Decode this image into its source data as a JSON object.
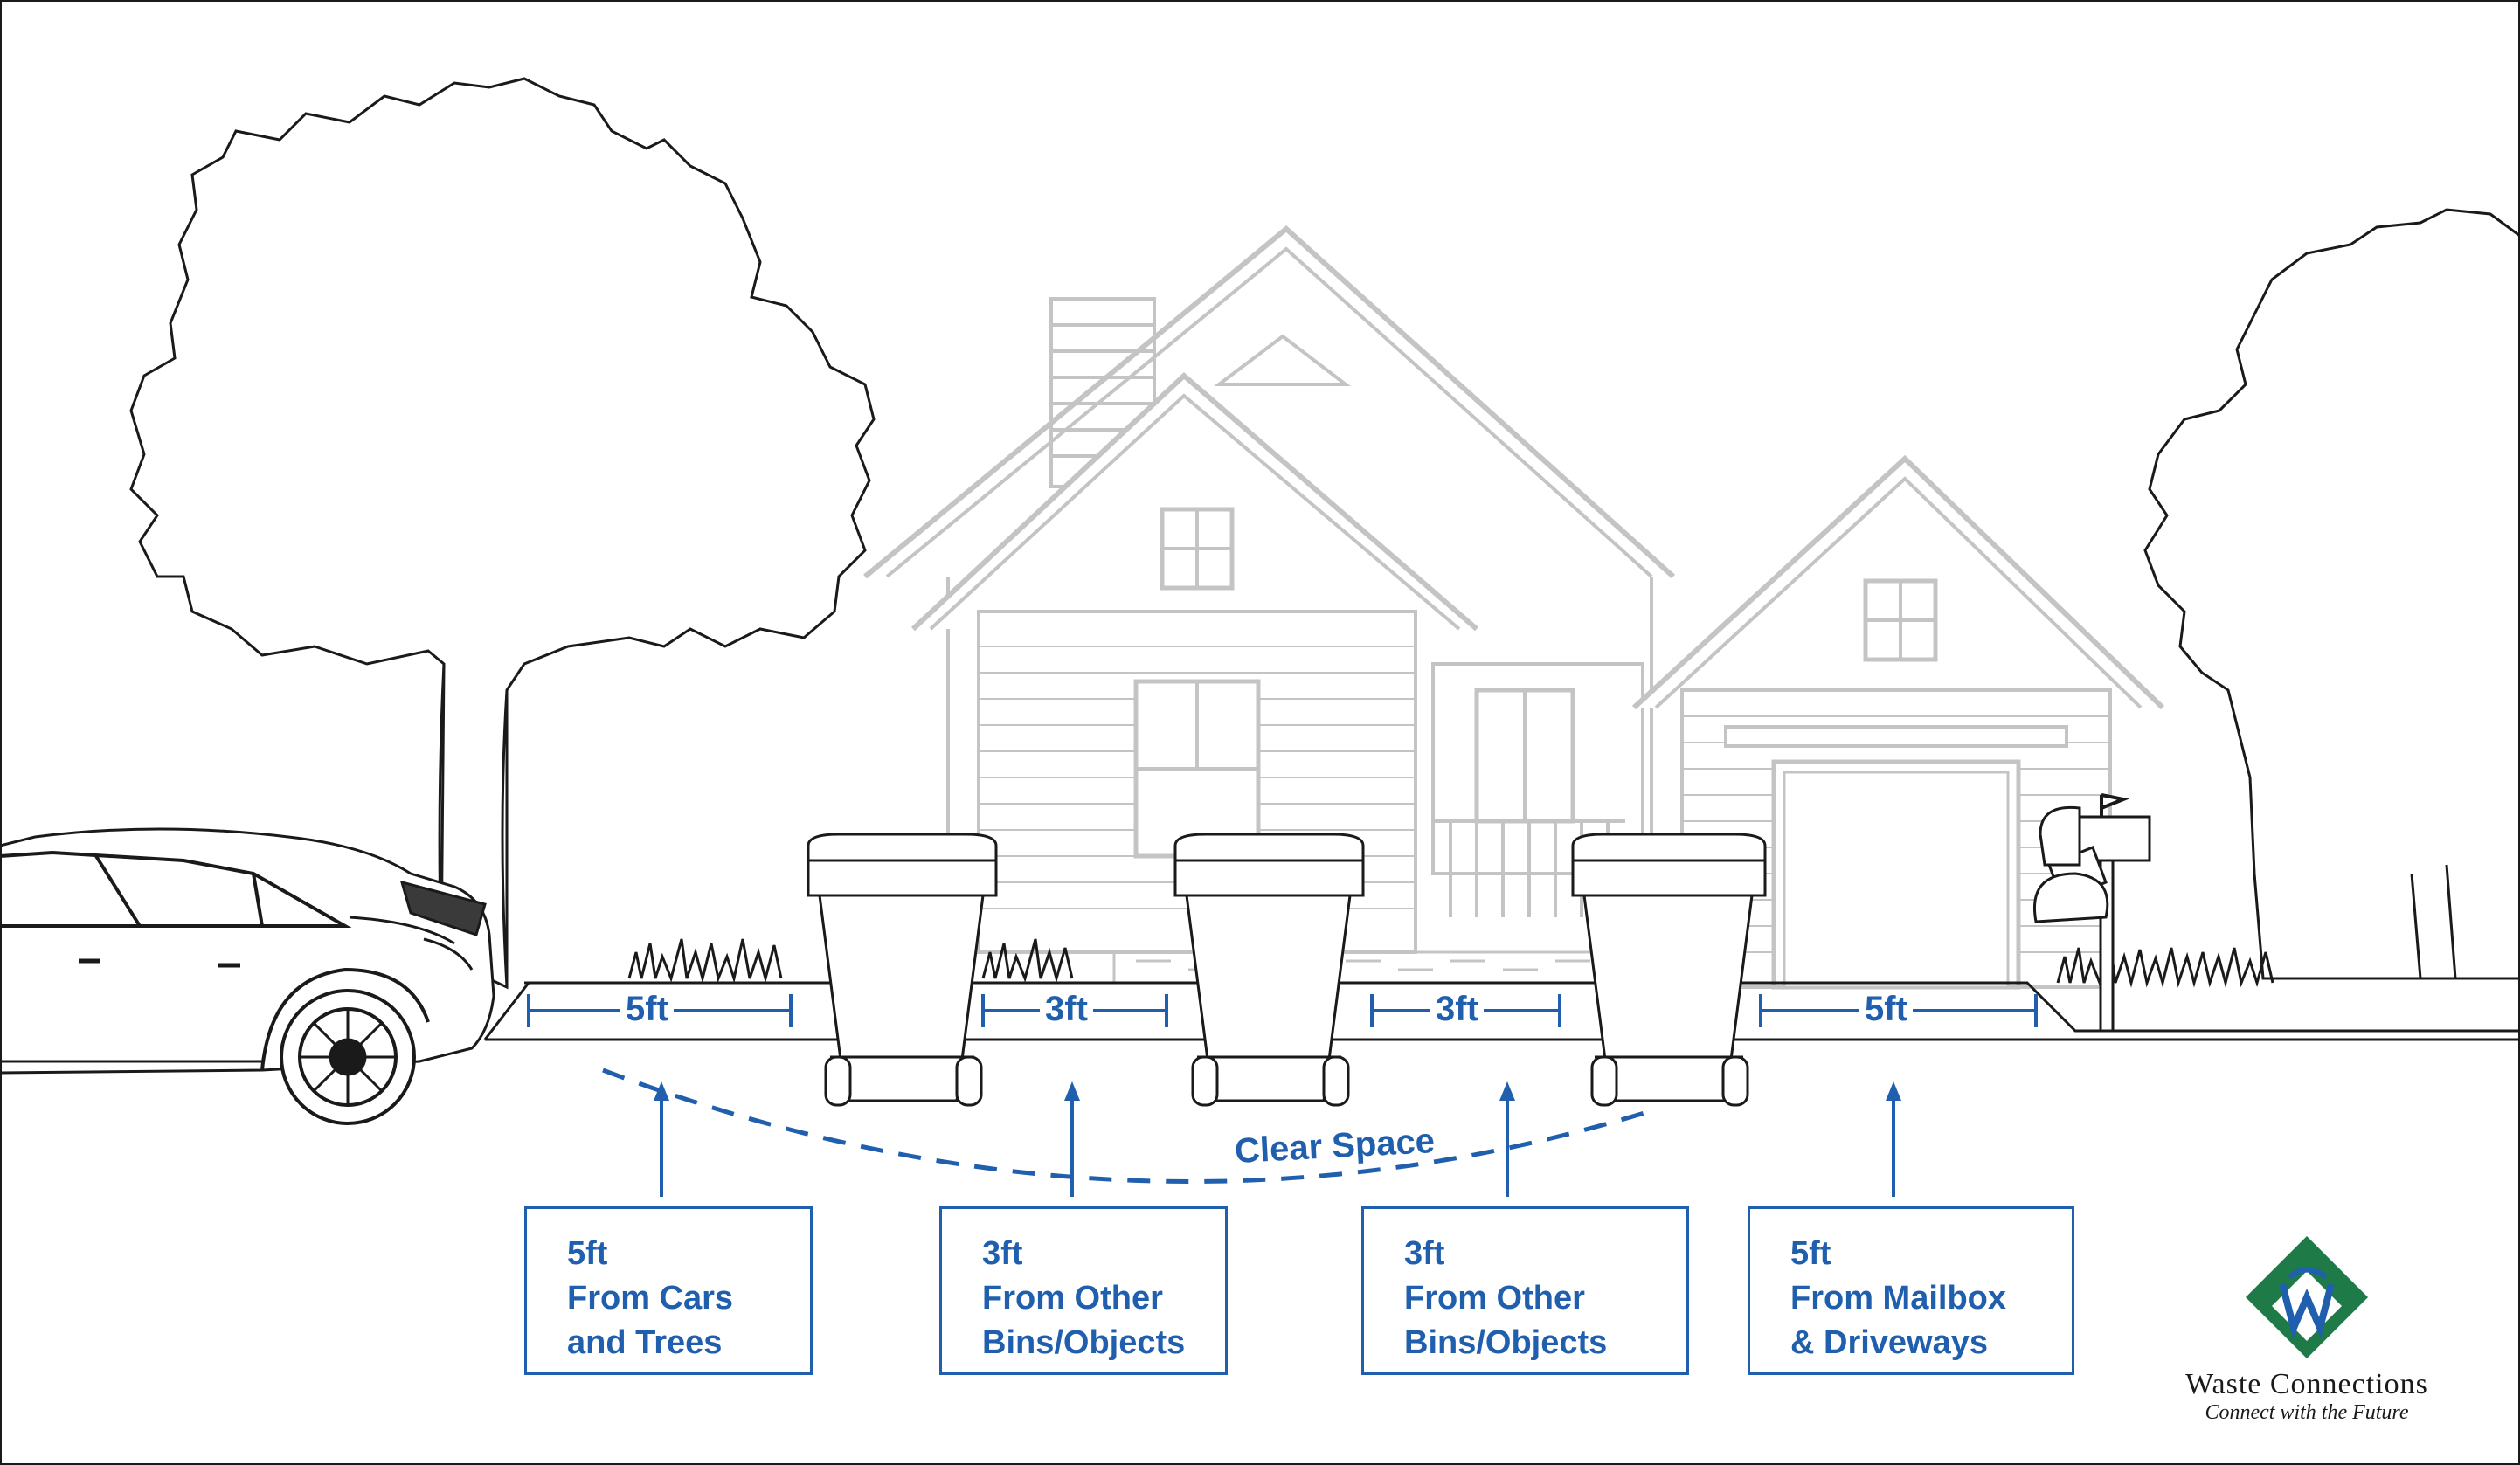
{
  "measurements": {
    "car_tree": "5ft",
    "bins_left": "3ft",
    "bins_right": "3ft",
    "mailbox_driveway": "5ft"
  },
  "clear_space_label": "Clear Space",
  "info_boxes": [
    {
      "lines": [
        "5ft",
        "From Cars",
        "and Trees"
      ]
    },
    {
      "lines": [
        "3ft",
        "From Other",
        "Bins/Objects"
      ]
    },
    {
      "lines": [
        "3ft",
        "From Other",
        "Bins/Objects"
      ]
    },
    {
      "lines": [
        "5ft",
        "From Mailbox",
        "& Driveways"
      ]
    }
  ],
  "logo": {
    "name": "Waste Connections",
    "tagline": "Connect with the Future"
  },
  "colors": {
    "accent_blue": "#1f5fad",
    "house_line": "#c4c4c4",
    "ink": "#1a1a1a",
    "logo_green": "#1e7a46",
    "logo_blue": "#1f5fad"
  }
}
